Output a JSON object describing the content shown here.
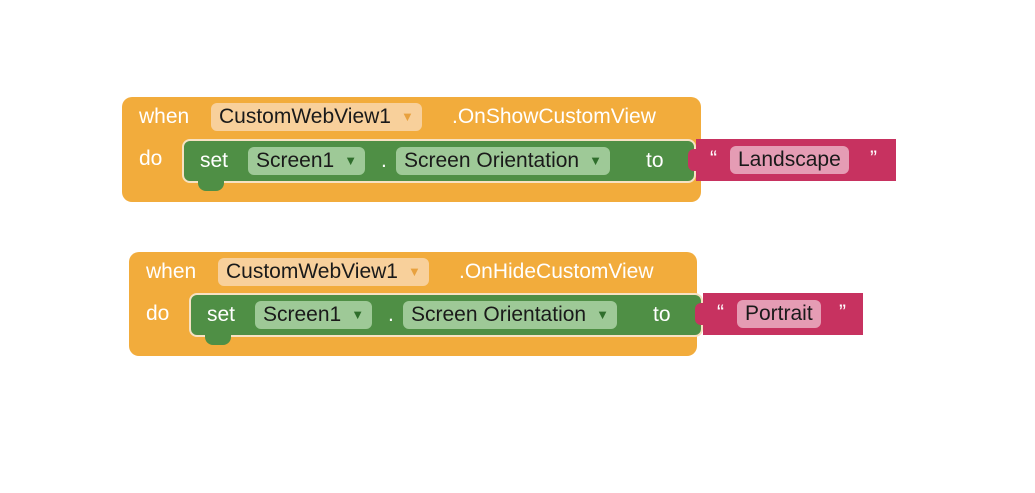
{
  "blocks": [
    {
      "when_label": "when",
      "do_label": "do",
      "component": "CustomWebView1",
      "event": ".OnShowCustomView",
      "set_label": "set",
      "target": "Screen1",
      "dot": ".",
      "property": "Screen Orientation",
      "to_label": "to",
      "open_quote": "“",
      "value": "Landscape",
      "close_quote": "”"
    },
    {
      "when_label": "when",
      "do_label": "do",
      "component": "CustomWebView1",
      "event": ".OnHideCustomView",
      "set_label": "set",
      "target": "Screen1",
      "dot": ".",
      "property": "Screen Orientation",
      "to_label": "to",
      "open_quote": "“",
      "value": "Portrait",
      "close_quote": "”"
    }
  ],
  "icons": {
    "dropdown": "▼"
  },
  "colors": {
    "event_block": "#f2ac3c",
    "set_block": "#4f8f45",
    "text_block": "#c73260"
  }
}
